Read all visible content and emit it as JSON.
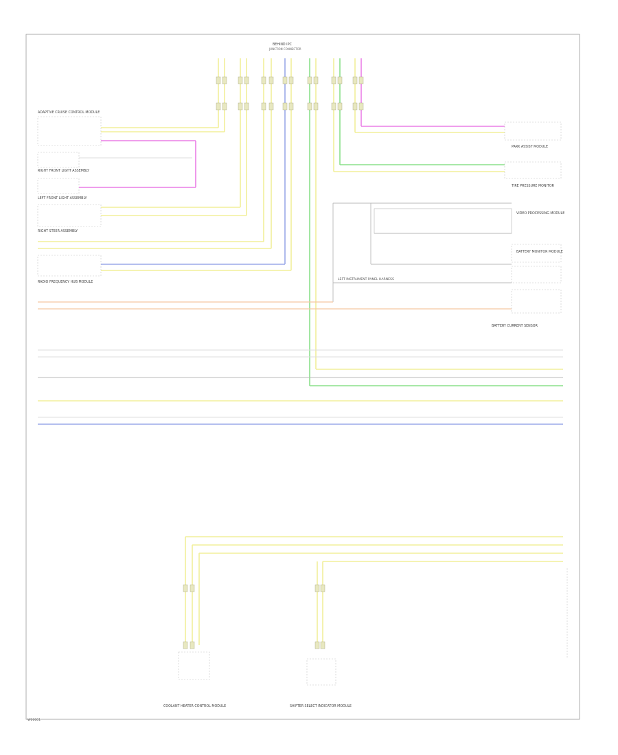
{
  "page_code": "W00001",
  "colors": {
    "frame": "#9a9a9a",
    "yellow_wire": "#f2ef9a",
    "green_wire": "#8ae08a",
    "blue_wire": "#9aa8e8",
    "pink_wire": "#ea7ee6",
    "orange_wire": "#f5c6a0",
    "gray_wire": "#b8b8b8"
  },
  "top_connector": {
    "title": "BEHIND IPC",
    "subtitle": "JUNCTION CONNECTOR"
  },
  "left_components": [
    {
      "title": "ADAPTIVE CRUISE CONTROL MODULE",
      "id": "lc-acc"
    },
    {
      "title": "RIGHT FRONT LIGHT ASSEMBLY",
      "id": "lc-rf-light"
    },
    {
      "title": "LEFT FRONT LIGHT ASSEMBLY",
      "id": "lc-lf-light"
    },
    {
      "title": "RIGHT STEER ASSEMBLY",
      "id": "lc-steer"
    },
    {
      "title": "RADIO FREQUENCY HUB MODULE",
      "id": "lc-rf-hub"
    }
  ],
  "right_components": [
    {
      "title": "PARK ASSIST MODULE",
      "id": "rc-park"
    },
    {
      "title": "TIRE PRESSURE MONITOR",
      "id": "rc-tpms"
    },
    {
      "title": "VIDEO PROCESSING MODULE",
      "id": "rc-video"
    },
    {
      "title": "BATTERY MONITOR MODULE",
      "id": "rc-batt"
    },
    {
      "title": "BATTERY CURRENT SENSOR",
      "id": "rc-current"
    }
  ],
  "harness_note": "LEFT INSTRUMENT PANEL HARNESS",
  "bottom_components": [
    {
      "title": "COOLANT HEATER CONTROL MODULE",
      "id": "bc-coolant"
    },
    {
      "title": "SHIFTER SELECT INDICATOR MODULE",
      "id": "bc-shifter"
    }
  ]
}
